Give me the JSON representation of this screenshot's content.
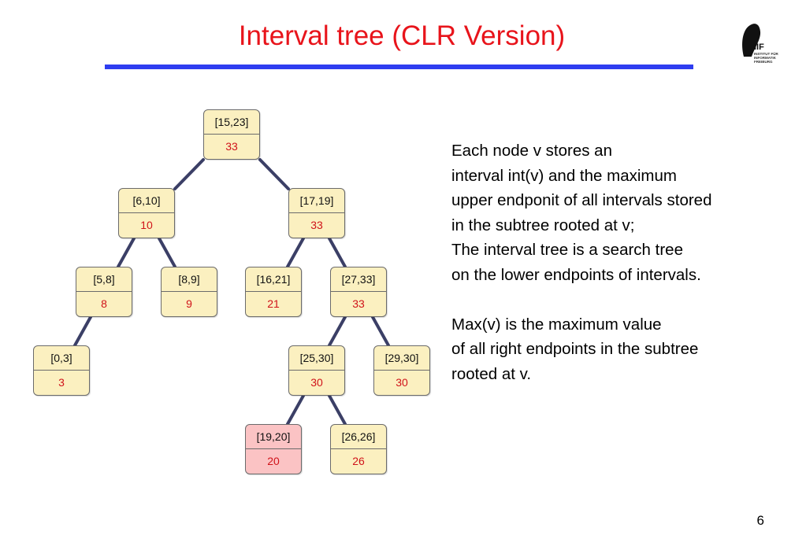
{
  "title": "Interval tree (CLR Version)",
  "logo": {
    "mark": "IIF",
    "lines": [
      "INSTITUT FÜR",
      "INFORMATIK",
      "FREIBURG"
    ]
  },
  "colors": {
    "title": "#e8141b",
    "rule": "#2e3df0",
    "node_fill": "#fbf0c0",
    "node_highlight": "#fbc3c4",
    "max_value": "#d0131a",
    "edge": "#3b3f66"
  },
  "tree": {
    "root": {
      "interval": "[15,23]",
      "max": "33"
    },
    "n6_10": {
      "interval": "[6,10]",
      "max": "10"
    },
    "n17_19": {
      "interval": "[17,19]",
      "max": "33"
    },
    "n5_8": {
      "interval": "[5,8]",
      "max": "8"
    },
    "n8_9": {
      "interval": "[8,9]",
      "max": "9"
    },
    "n16_21": {
      "interval": "[16,21]",
      "max": "21"
    },
    "n27_33": {
      "interval": "[27,33]",
      "max": "33"
    },
    "n0_3": {
      "interval": "[0,3]",
      "max": "3"
    },
    "n25_30": {
      "interval": "[25,30]",
      "max": "30"
    },
    "n29_30": {
      "interval": "[29,30]",
      "max": "30"
    },
    "n19_20": {
      "interval": "[19,20]",
      "max": "20"
    },
    "n26_26": {
      "interval": "[26,26]",
      "max": "26"
    }
  },
  "description": {
    "lines": [
      "Each node v stores an",
      "interval int(v) and the maximum",
      "upper endponit of all intervals stored",
      "in the subtree rooted at v;",
      "The interval tree is a search tree",
      "on the lower endpoints of intervals.",
      "",
      "Max(v) is the maximum value",
      "of all right endpoints in the subtree",
      "rooted at v."
    ]
  },
  "page_number": "6"
}
